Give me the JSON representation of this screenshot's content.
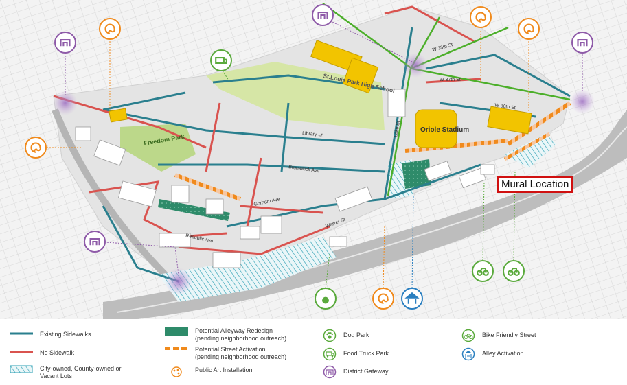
{
  "map": {
    "labels": {
      "high_school": "St.Louis Park High School",
      "stadium": "Oriole Stadium",
      "park": "Freedom Park",
      "streets": {
        "w36th": "W 36th St",
        "w35th": "W 35th St",
        "w37th": "W 37th St",
        "lake": "Lake St",
        "walker": "Walker St",
        "gorham": "Gorham Ave",
        "republic": "Republic Ave",
        "brunswick": "Brunswick Ave",
        "library": "Library Ln"
      }
    },
    "callout": "Mural Location"
  },
  "legend": {
    "items": [
      {
        "label": "Existing Sidewalks",
        "symbol": "existing-sidewalk",
        "color": "#2a7f8e"
      },
      {
        "label": "No Sidewalk",
        "symbol": "no-sidewalk",
        "color": "#d9534f"
      },
      {
        "label": "City-owned, County-owned or\nVacant Lots",
        "symbol": "vacant-lots",
        "color": "#2a9fb3"
      },
      {
        "label": "Potential Alleyway Redesign\n(pending neighborhood outreach)",
        "symbol": "alleyway",
        "color": "#2e8b6a"
      },
      {
        "label": "Potential Street Activation\n(pending neighborhood outreach)",
        "symbol": "street-activation",
        "color": "#f08a1c"
      },
      {
        "label": "Public Art Installation",
        "symbol": "public-art",
        "color": "#f08a1c"
      },
      {
        "label": "Dog Park",
        "symbol": "dog-park",
        "color": "#5aaa3c"
      },
      {
        "label": "Food Truck Park",
        "symbol": "food-truck",
        "color": "#5aaa3c"
      },
      {
        "label": "District Gateway",
        "symbol": "gateway",
        "color": "#8e5aa8"
      },
      {
        "label": "Bike Friendly Street",
        "symbol": "bike",
        "color": "#5aaa3c"
      },
      {
        "label": "Alley Activation",
        "symbol": "alley-activation",
        "color": "#2a7fc0"
      }
    ]
  }
}
